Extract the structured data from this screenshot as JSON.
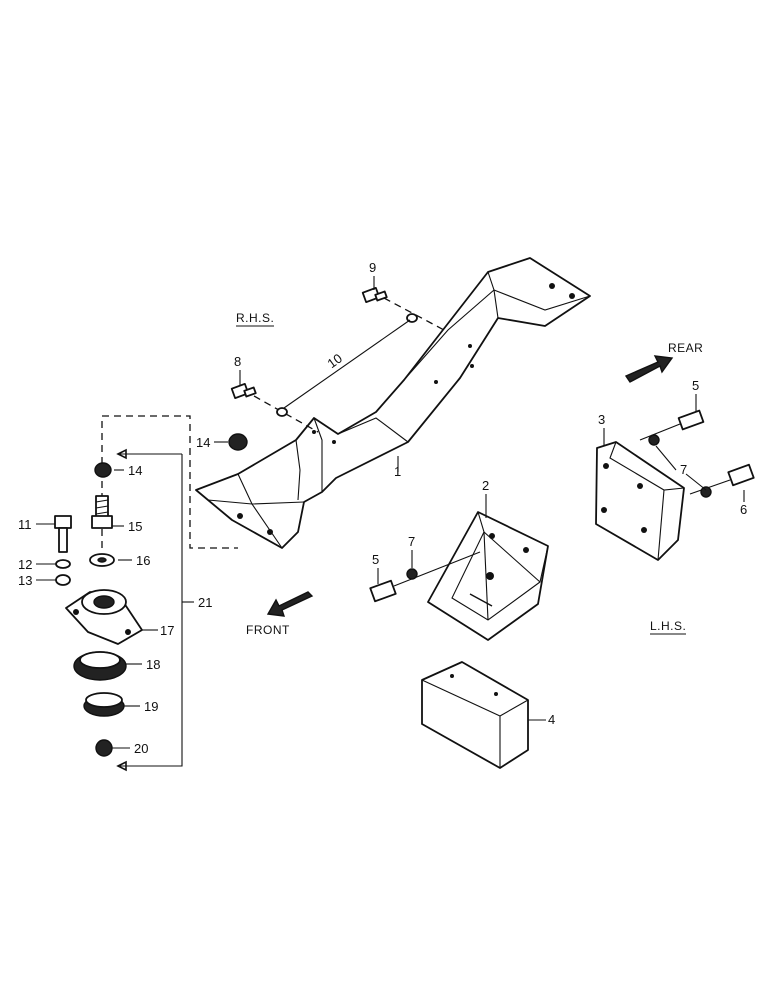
{
  "side_labels": {
    "rhs": "R.H.S.",
    "lhs": "L.H.S."
  },
  "direction_labels": {
    "rear": "REAR",
    "front": "FRONT"
  },
  "callouts": {
    "c1": "1",
    "c2": "2",
    "c3": "3",
    "c4": "4",
    "c5a": "5",
    "c5b": "5",
    "c6": "6",
    "c7a": "7",
    "c7b": "7",
    "c8": "8",
    "c9": "9",
    "c10": "10",
    "c11": "11",
    "c12": "12",
    "c13": "13",
    "c14a": "14",
    "c14b": "14",
    "c15": "15",
    "c16": "16",
    "c17": "17",
    "c18": "18",
    "c19": "19",
    "c20": "20",
    "c21": "21"
  }
}
